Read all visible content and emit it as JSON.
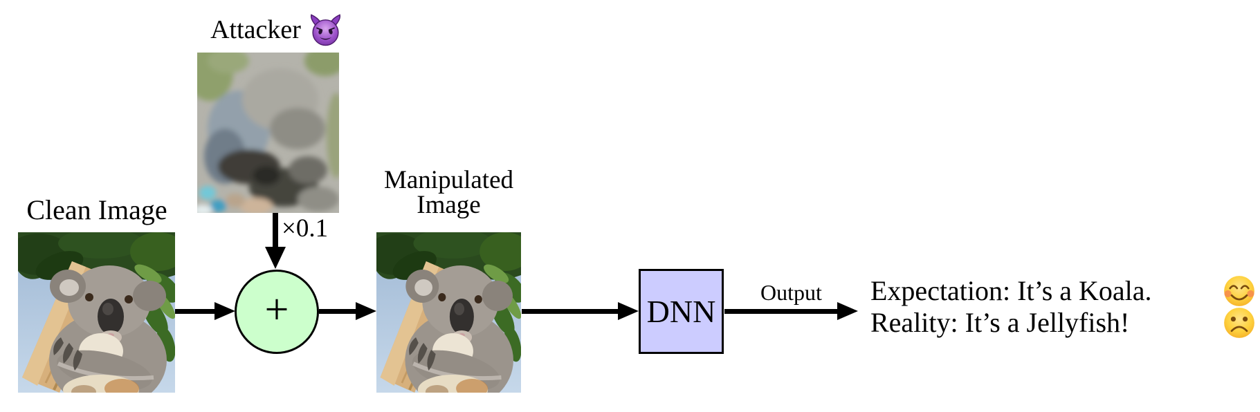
{
  "figure": {
    "attacker_label": "Attacker",
    "scale_label": "×0.1",
    "clean_image_label": "Clean Image",
    "manipulated_image_label_line1": "Manipulated",
    "manipulated_image_label_line2": "Image",
    "plus_symbol": "+",
    "dnn_label": "DNN",
    "output_label": "Output",
    "expectation_line": "Expectation: It’s a Koala.",
    "reality_line": "Reality: It’s a Jellyfish!",
    "icons": {
      "attacker_emoji": "smiling-devil-face",
      "expectation_emoji": "smiling-face-with-blush",
      "reality_emoji": "frowning-face"
    },
    "colors": {
      "plus_node_fill": "#ccffcc",
      "dnn_box_fill": "#ccccff",
      "arrow_color": "#000000",
      "text_color": "#000000",
      "background": "#ffffff",
      "devil_purple": "#9a4fc8",
      "emoji_yellow": "#fdc330"
    }
  }
}
